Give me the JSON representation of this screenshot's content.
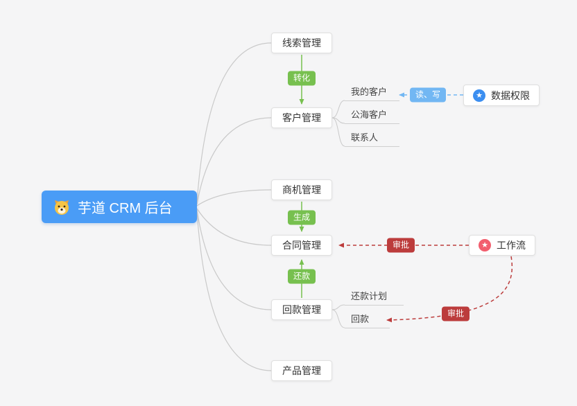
{
  "root": {
    "label": "芋道 CRM 后台"
  },
  "modules": {
    "leads": {
      "label": "线索管理"
    },
    "customers": {
      "label": "客户管理"
    },
    "opportunities": {
      "label": "商机管理"
    },
    "contracts": {
      "label": "合同管理"
    },
    "payments": {
      "label": "回款管理"
    },
    "products": {
      "label": "产品管理"
    }
  },
  "customer_children": {
    "my": "我的客户",
    "public": "公海客户",
    "contacts": "联系人"
  },
  "payment_children": {
    "plan": "还款计划",
    "receipt": "回款"
  },
  "edge_labels": {
    "convert": "转化",
    "generate": "生成",
    "repay": "还款",
    "read_write": "读、写",
    "approve_contract": "审批",
    "approve_payment": "审批"
  },
  "external": {
    "data_permission": {
      "label": "数据权限",
      "icon": "star-icon"
    },
    "workflow": {
      "label": "工作流",
      "icon": "star-icon"
    }
  },
  "icons": {
    "star": "★",
    "logo": "dog-face"
  },
  "colors": {
    "root_bg": "#4a9cf6",
    "edge_green": "#77c04f",
    "edge_red": "#bc3c3c",
    "edge_blue": "#72b7f3",
    "perm_icon": "#3b8ef0",
    "flow_icon": "#f25e6e",
    "wire_gray": "#c9c9c9",
    "canvas_bg": "#f5f5f6"
  }
}
